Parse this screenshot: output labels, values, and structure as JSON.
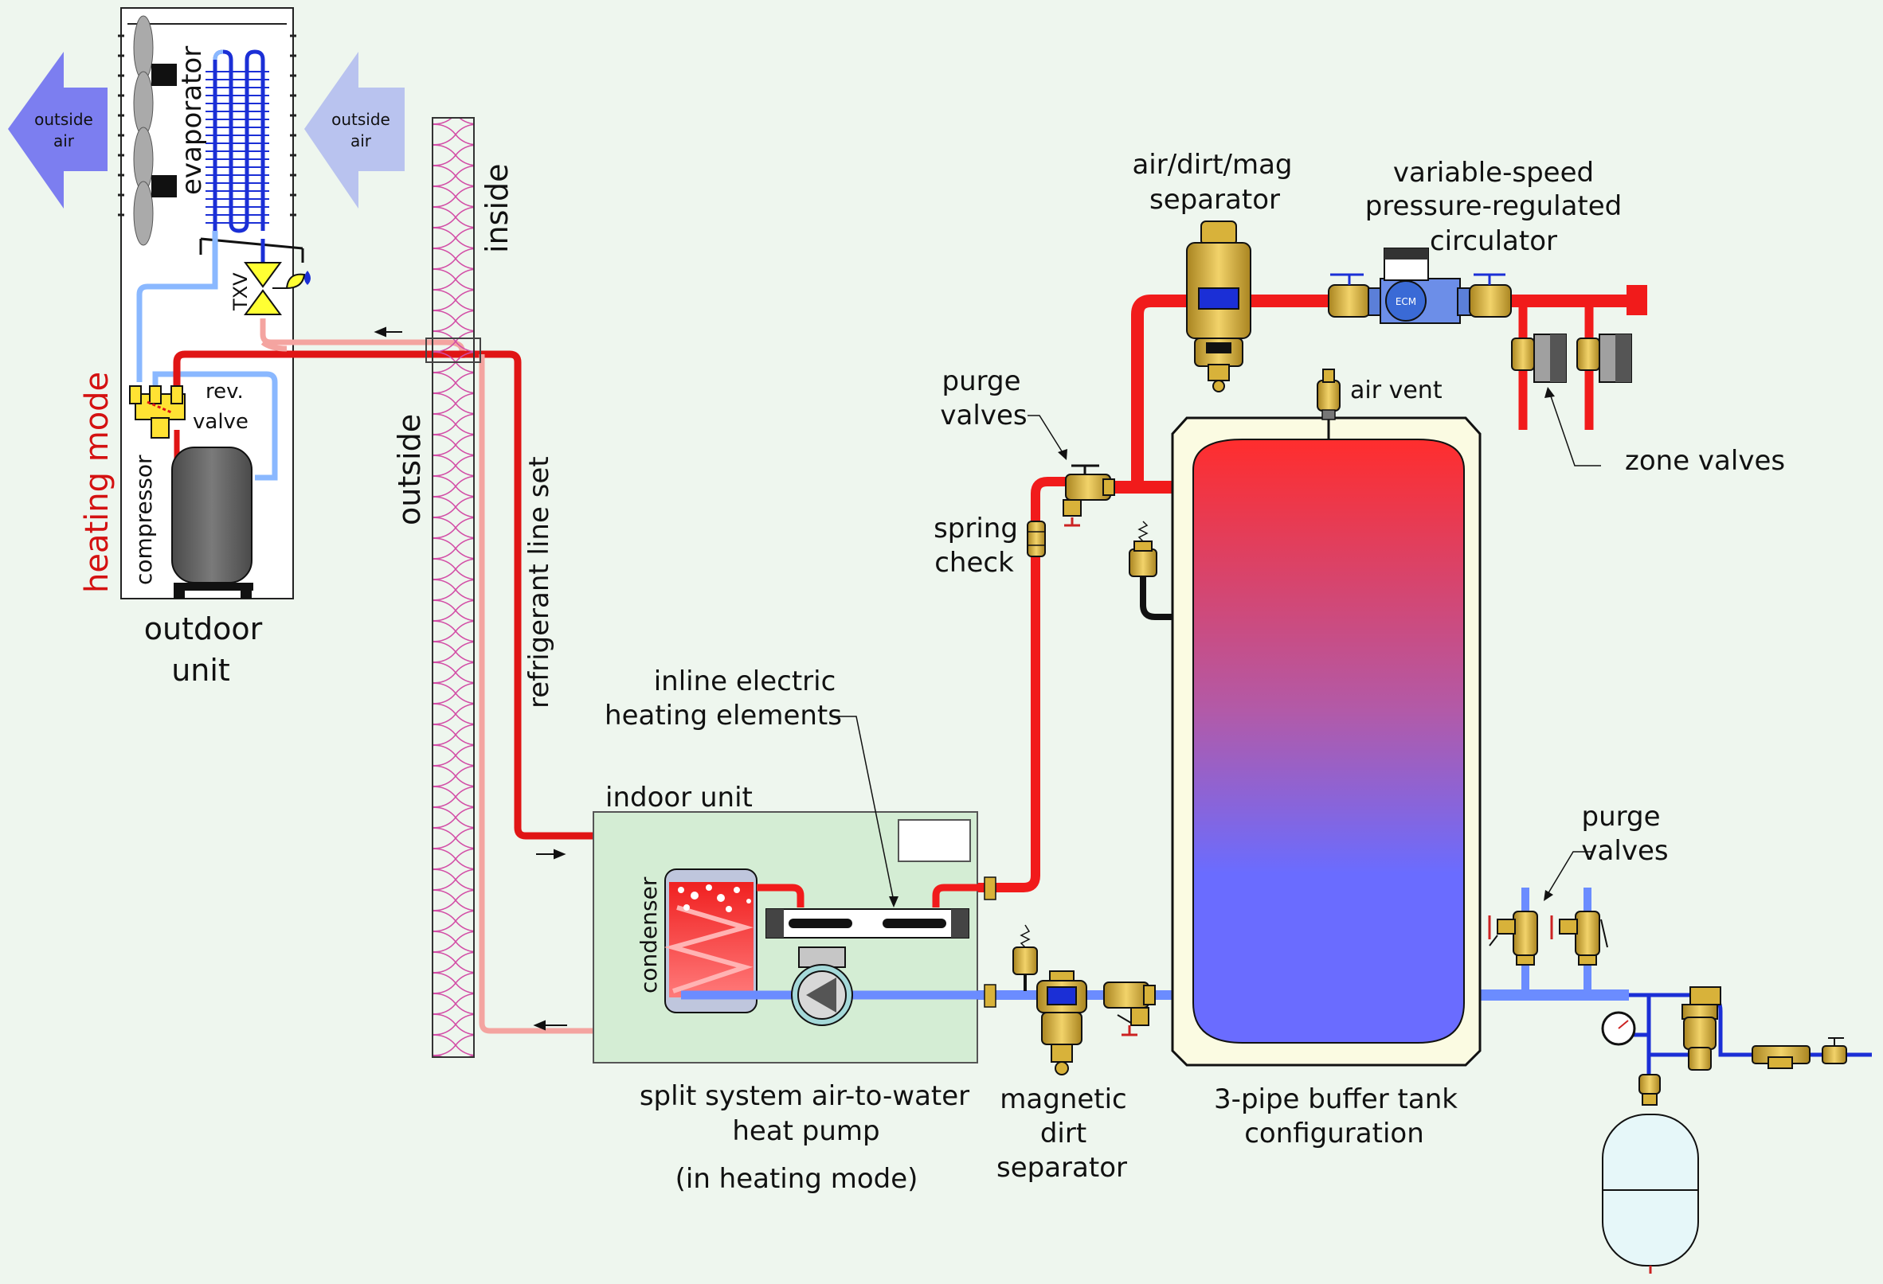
{
  "labels": {
    "outside_air_left": [
      "outside",
      "air"
    ],
    "outside_air_right": [
      "outside",
      "air"
    ],
    "evaporator": "evaporator",
    "txv": "TXV",
    "rev_valve": [
      "rev.",
      "valve"
    ],
    "compressor": "compressor",
    "heating_mode": "heating mode",
    "outdoor_unit": [
      "outdoor",
      "unit"
    ],
    "inside": "inside",
    "outside": "outside",
    "refrigerant_line_set": "refrigerant line set",
    "inline_heating": [
      "inline  electric",
      "heating elements"
    ],
    "indoor_unit": "indoor unit",
    "condenser": "condenser",
    "split_system": [
      "split system air-to-water",
      "heat pump"
    ],
    "heating_mode_note": "(in heating mode)",
    "magnetic_dirt": [
      "magnetic",
      "dirt",
      "separator"
    ],
    "buffer_tank": [
      "3-pipe buffer tank",
      "configuration"
    ],
    "air_dirt_mag": [
      "air/dirt/mag",
      "separator"
    ],
    "circulator": [
      "variable-speed",
      "pressure-regulated",
      "circulator"
    ],
    "purge_valves_top": [
      "purge",
      "valves"
    ],
    "spring_check": [
      "spring",
      "check"
    ],
    "air_vent": "air vent",
    "zone_valves": "zone valves",
    "purge_valves_bottom": [
      "purge",
      "valves"
    ],
    "ecm": "ECM"
  },
  "colors": {
    "hot": "#f11b1b",
    "cold": "#6b8cff",
    "refrig_hot": "#e01515",
    "refrig_warm": "#f4a4a0",
    "refrig_cold": "#8ab8ff",
    "evap_blue": "#1b2fd6",
    "brass": "#d8b23a",
    "background": "#eef6ee"
  }
}
